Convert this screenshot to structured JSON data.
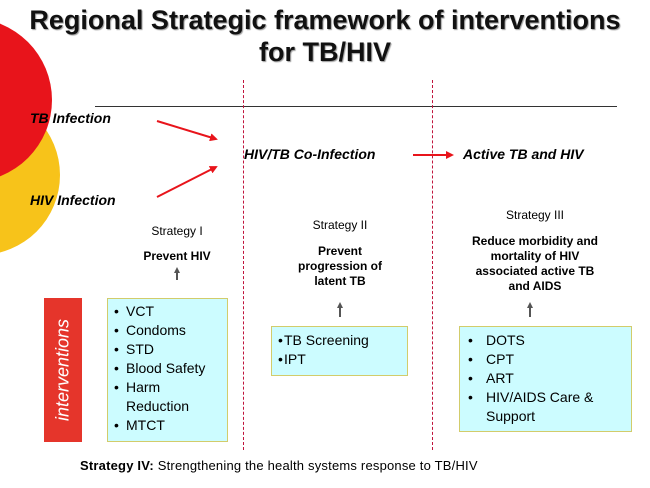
{
  "title_line1": "Regional Strategic framework of interventions",
  "title_line2": "for TB/HIV",
  "flow": {
    "tb_infection": "TB Infection",
    "hiv_infection": "HIV Infection",
    "coinfection": "HIV/TB Co-Infection",
    "active": "Active TB and HIV"
  },
  "strategies": [
    {
      "label": "Strategy I",
      "goal_lines": [
        "Prevent HIV"
      ]
    },
    {
      "label": "Strategy II",
      "goal_lines": [
        "Prevent",
        "progression of",
        "latent TB"
      ]
    },
    {
      "label": "Strategy III",
      "goal_lines": [
        "Reduce morbidity and",
        "mortality of HIV",
        "associated active TB",
        "and AIDS"
      ]
    }
  ],
  "interventions_label": "interventions",
  "boxes": {
    "strategy1": [
      "VCT",
      "Condoms",
      "STD",
      "Blood Safety",
      "Harm Reduction",
      "MTCT"
    ],
    "strategy2": [
      "TB Screening",
      "IPT"
    ],
    "strategy3": [
      "DOTS",
      "CPT",
      "ART",
      "HIV/AIDS Care & Support"
    ]
  },
  "footer": {
    "bold": "Strategy IV:",
    "text": "Strengthening the health systems response to TB/HIV"
  },
  "colors": {
    "decor_red": "#e8141b",
    "decor_yellow": "#f7c31a",
    "arrow_red": "#e8141b",
    "box_fill": "#ccfcff",
    "box_border": "#d2cc6b",
    "interventions_bg": "#e5352b"
  }
}
